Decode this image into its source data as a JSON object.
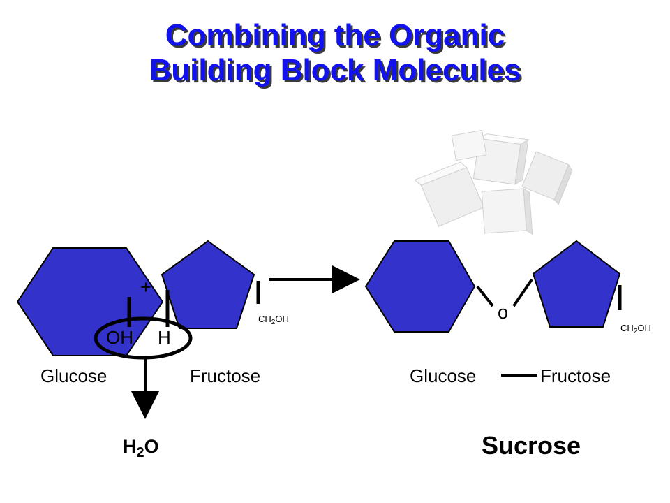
{
  "title": {
    "line1": "Combining the Organic",
    "line2": "Building Block Molecules"
  },
  "left": {
    "plus": "+",
    "oh": "OH",
    "h": "H",
    "ch2oh_main": "CH",
    "ch2oh_sub": "2",
    "ch2oh_tail": "OH",
    "glucose": "Glucose",
    "fructose": "Fructose",
    "water_main": "H",
    "water_sub": "2",
    "water_tail": "O"
  },
  "right": {
    "o": "o",
    "ch2oh_main": "CH",
    "ch2oh_sub": "2",
    "ch2oh_tail": "OH",
    "glucose": "Glucose",
    "fructose": "Fructose",
    "product": "Sucrose"
  },
  "colors": {
    "title": "#1212ee",
    "molecule": "#3333cc",
    "stroke": "#000000"
  },
  "icons": [
    "sugar-cubes-image"
  ]
}
